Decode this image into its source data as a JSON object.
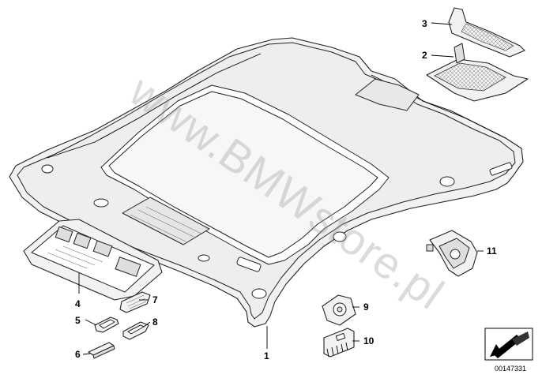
{
  "watermark": "www.BMWstore.pl",
  "doc_number": "00147331",
  "callouts": {
    "c1": "1",
    "c2": "2",
    "c3": "3",
    "c4": "4",
    "c5": "5",
    "c6": "6",
    "c7": "7",
    "c8": "8",
    "c9": "9",
    "c10": "10",
    "c11": "11"
  }
}
